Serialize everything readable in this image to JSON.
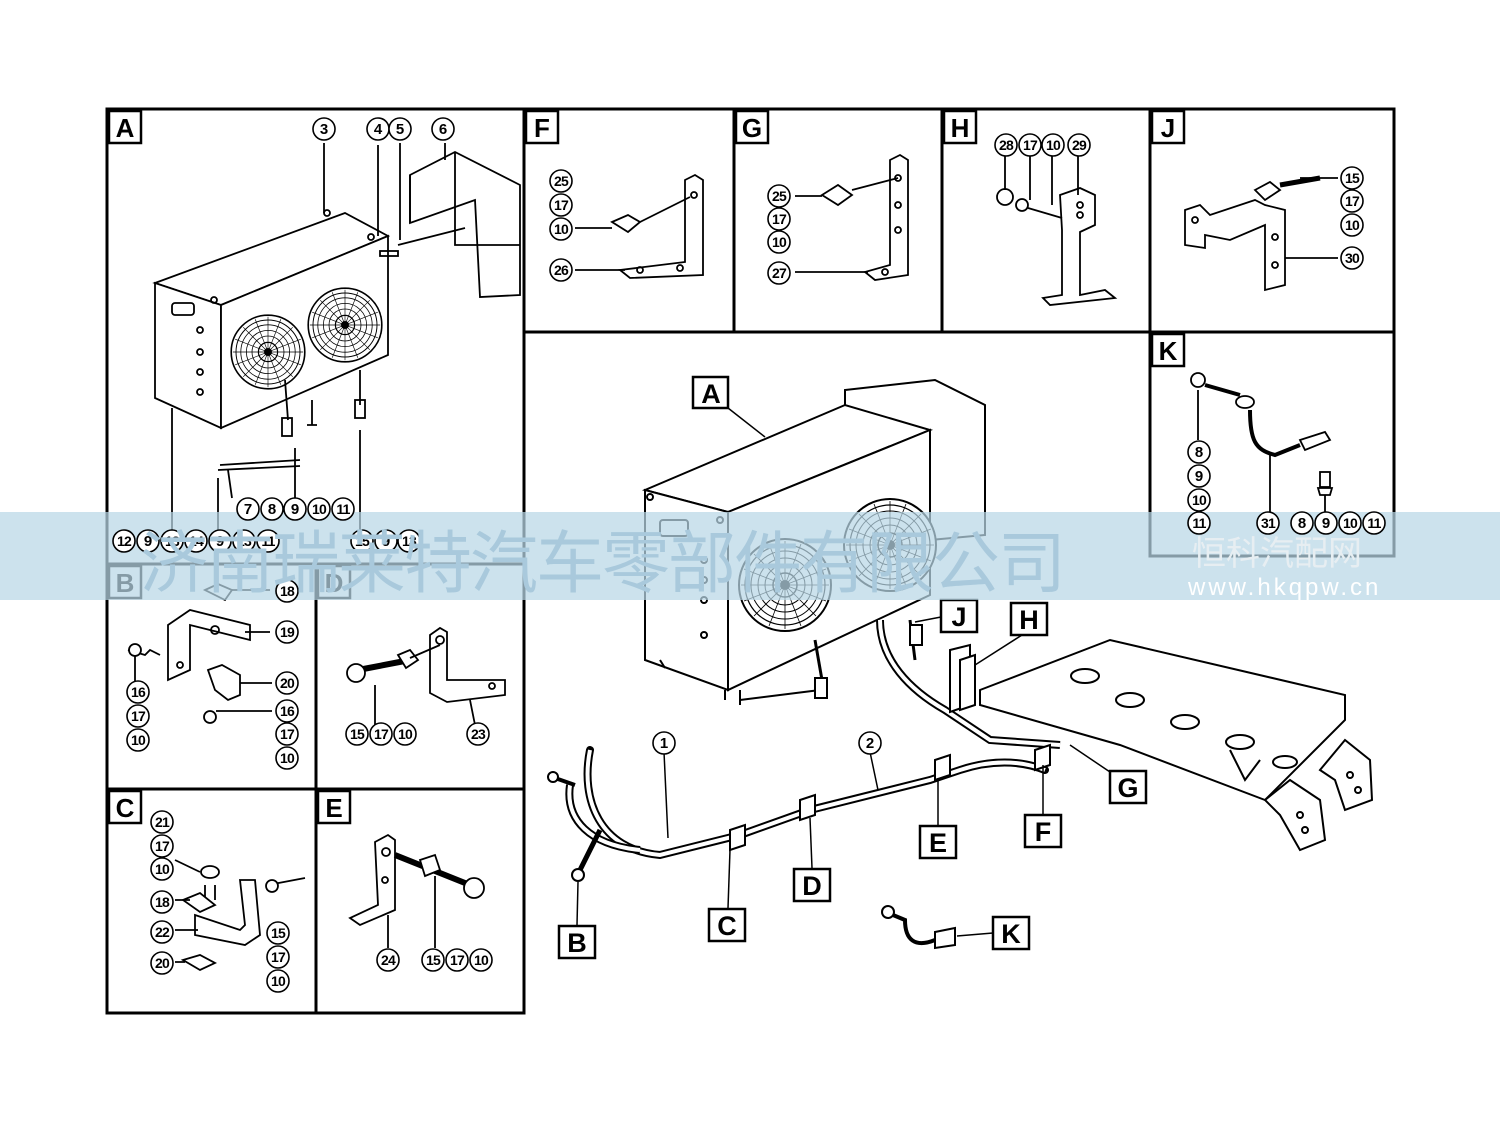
{
  "panel_letters": {
    "A": "A",
    "B": "B",
    "C": "C",
    "D": "D",
    "E": "E",
    "F": "F",
    "G": "G",
    "H": "H",
    "J": "J",
    "K": "K"
  },
  "numbers": {
    "n1": "1",
    "n2": "2",
    "n3": "3",
    "n4": "4",
    "n5": "5",
    "n6": "6",
    "n7": "7",
    "n8": "8",
    "n9": "9",
    "n10": "10",
    "n11": "11",
    "n12": "12",
    "n13": "13",
    "n14": "14",
    "n15": "15",
    "n16": "16",
    "n17": "17",
    "n18": "18",
    "n19": "19",
    "n20": "20",
    "n21": "21",
    "n22": "22",
    "n23": "23",
    "n24": "24",
    "n25": "25",
    "n26": "26",
    "n27": "27",
    "n28": "28",
    "n29": "29",
    "n30": "30",
    "n31": "31"
  },
  "watermark": {
    "company": "济南瑞莱特汽车零部件有限公司",
    "site_name": "恒科汽配网",
    "site_url": "www.hkqpw.cn"
  },
  "colors": {
    "line": "#000000",
    "band": "#b9d7e6",
    "watermark_text": "#a9c9dc"
  }
}
